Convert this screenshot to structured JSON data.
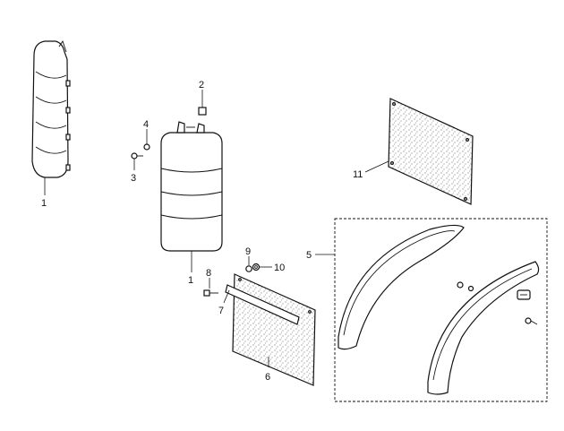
{
  "diagram": {
    "labels": {
      "l1a": "1",
      "l1b": "1",
      "l2": "2",
      "l3": "3",
      "l4": "4",
      "l5": "5",
      "l6": "6",
      "l7": "7",
      "l8": "8",
      "l9": "9",
      "l10": "10",
      "l11": "11"
    }
  }
}
